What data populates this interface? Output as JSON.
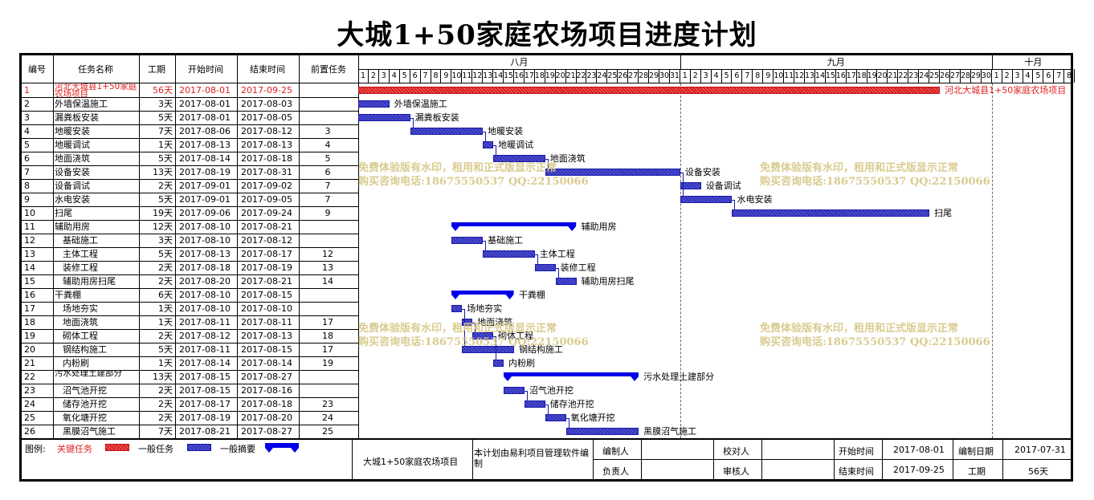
{
  "title": "大城1+50家庭农场项目进度计划",
  "colors": {
    "critical": "#e02020",
    "task": "#3030b8",
    "summary": "#0000e8",
    "watermark": "#d8c98a"
  },
  "headers": {
    "id": "编号",
    "name": "任务名称",
    "duration": "工期",
    "start": "开始时间",
    "end": "结束时间",
    "pred": "前置任务"
  },
  "months": [
    {
      "label": "八月",
      "days": 31
    },
    {
      "label": "九月",
      "days": 30
    },
    {
      "label": "十月",
      "days": 8
    }
  ],
  "tasks": [
    {
      "id": "1",
      "name": "河北大城县1+50家庭农场项目",
      "dur": "56天",
      "start": "2017-08-01",
      "end": "2017-09-25",
      "pred": "",
      "indent": 0,
      "type": "crit",
      "s": 0,
      "e": 55,
      "label": "河北大城县1+50家庭农场项目"
    },
    {
      "id": "2",
      "name": "外墙保温施工",
      "dur": "3天",
      "start": "2017-08-01",
      "end": "2017-08-03",
      "pred": "",
      "indent": 0,
      "type": "task",
      "s": 0,
      "e": 2,
      "label": "外墙保温施工"
    },
    {
      "id": "3",
      "name": "漏粪板安装",
      "dur": "5天",
      "start": "2017-08-01",
      "end": "2017-08-05",
      "pred": "",
      "indent": 0,
      "type": "task",
      "s": 0,
      "e": 4,
      "label": "漏粪板安装"
    },
    {
      "id": "4",
      "name": "地暖安装",
      "dur": "7天",
      "start": "2017-08-06",
      "end": "2017-08-12",
      "pred": "3",
      "indent": 0,
      "type": "task",
      "s": 5,
      "e": 11,
      "label": "地暖安装"
    },
    {
      "id": "5",
      "name": "地暖调试",
      "dur": "1天",
      "start": "2017-08-13",
      "end": "2017-08-13",
      "pred": "4",
      "indent": 0,
      "type": "task",
      "s": 12,
      "e": 12,
      "label": "地暖调试"
    },
    {
      "id": "6",
      "name": "地面浇筑",
      "dur": "5天",
      "start": "2017-08-14",
      "end": "2017-08-18",
      "pred": "5",
      "indent": 0,
      "type": "task",
      "s": 13,
      "e": 17,
      "label": "地面浇筑"
    },
    {
      "id": "7",
      "name": "设备安装",
      "dur": "13天",
      "start": "2017-08-19",
      "end": "2017-08-31",
      "pred": "6",
      "indent": 0,
      "type": "task",
      "s": 18,
      "e": 30,
      "label": "设备安装"
    },
    {
      "id": "8",
      "name": "设备调试",
      "dur": "2天",
      "start": "2017-09-01",
      "end": "2017-09-02",
      "pred": "7",
      "indent": 0,
      "type": "task",
      "s": 31,
      "e": 32,
      "label": "设备调试"
    },
    {
      "id": "9",
      "name": "水电安装",
      "dur": "5天",
      "start": "2017-09-01",
      "end": "2017-09-05",
      "pred": "7",
      "indent": 0,
      "type": "task",
      "s": 31,
      "e": 35,
      "label": "水电安装"
    },
    {
      "id": "10",
      "name": "扫尾",
      "dur": "19天",
      "start": "2017-09-06",
      "end": "2017-09-24",
      "pred": "9",
      "indent": 0,
      "type": "task",
      "s": 36,
      "e": 54,
      "label": "扫尾"
    },
    {
      "id": "11",
      "name": "辅助用房",
      "dur": "12天",
      "start": "2017-08-10",
      "end": "2017-08-21",
      "pred": "",
      "indent": 0,
      "type": "sum",
      "s": 9,
      "e": 20,
      "label": "辅助用房"
    },
    {
      "id": "12",
      "name": "基础施工",
      "dur": "3天",
      "start": "2017-08-10",
      "end": "2017-08-12",
      "pred": "",
      "indent": 1,
      "type": "task",
      "s": 9,
      "e": 11,
      "label": "基础施工"
    },
    {
      "id": "13",
      "name": "主体工程",
      "dur": "5天",
      "start": "2017-08-13",
      "end": "2017-08-17",
      "pred": "12",
      "indent": 1,
      "type": "task",
      "s": 12,
      "e": 16,
      "label": "主体工程"
    },
    {
      "id": "14",
      "name": "装修工程",
      "dur": "2天",
      "start": "2017-08-18",
      "end": "2017-08-19",
      "pred": "13",
      "indent": 1,
      "type": "task",
      "s": 17,
      "e": 18,
      "label": "装修工程"
    },
    {
      "id": "15",
      "name": "辅助用房扫尾",
      "dur": "2天",
      "start": "2017-08-20",
      "end": "2017-08-21",
      "pred": "14",
      "indent": 1,
      "type": "task",
      "s": 19,
      "e": 20,
      "label": "辅助用房扫尾"
    },
    {
      "id": "16",
      "name": "干粪棚",
      "dur": "6天",
      "start": "2017-08-10",
      "end": "2017-08-15",
      "pred": "",
      "indent": 0,
      "type": "sum",
      "s": 9,
      "e": 14,
      "label": "干粪棚"
    },
    {
      "id": "17",
      "name": "场地夯实",
      "dur": "1天",
      "start": "2017-08-10",
      "end": "2017-08-10",
      "pred": "",
      "indent": 1,
      "type": "task",
      "s": 9,
      "e": 9,
      "label": "场地夯实"
    },
    {
      "id": "18",
      "name": "地面浇筑",
      "dur": "1天",
      "start": "2017-08-11",
      "end": "2017-08-11",
      "pred": "17",
      "indent": 1,
      "type": "task",
      "s": 10,
      "e": 10,
      "label": "地面浇筑"
    },
    {
      "id": "19",
      "name": "砌体工程",
      "dur": "2天",
      "start": "2017-08-12",
      "end": "2017-08-13",
      "pred": "18",
      "indent": 1,
      "type": "task",
      "s": 11,
      "e": 12,
      "label": "砌体工程"
    },
    {
      "id": "20",
      "name": "钢结构施工",
      "dur": "5天",
      "start": "2017-08-11",
      "end": "2017-08-15",
      "pred": "17",
      "indent": 1,
      "type": "task",
      "s": 10,
      "e": 14,
      "label": "钢结构施工"
    },
    {
      "id": "21",
      "name": "内粉刷",
      "dur": "1天",
      "start": "2017-08-14",
      "end": "2017-08-14",
      "pred": "19",
      "indent": 1,
      "type": "task",
      "s": 13,
      "e": 13,
      "label": "内粉刷"
    },
    {
      "id": "22",
      "name": "污水处理土建部分",
      "dur": "13天",
      "start": "2017-08-15",
      "end": "2017-08-27",
      "pred": "",
      "indent": 0,
      "type": "sum",
      "s": 14,
      "e": 26,
      "label": "污水处理土建部分"
    },
    {
      "id": "23",
      "name": "沼气池开挖",
      "dur": "2天",
      "start": "2017-08-15",
      "end": "2017-08-16",
      "pred": "",
      "indent": 1,
      "type": "task",
      "s": 14,
      "e": 15,
      "label": "沼气池开挖"
    },
    {
      "id": "24",
      "name": "储存池开挖",
      "dur": "2天",
      "start": "2017-08-17",
      "end": "2017-08-18",
      "pred": "23",
      "indent": 1,
      "type": "task",
      "s": 16,
      "e": 17,
      "label": "储存池开挖"
    },
    {
      "id": "25",
      "name": "氧化塘开挖",
      "dur": "2天",
      "start": "2017-08-19",
      "end": "2017-08-20",
      "pred": "24",
      "indent": 1,
      "type": "task",
      "s": 18,
      "e": 19,
      "label": "氧化塘开挖"
    },
    {
      "id": "26",
      "name": "黑膜沼气施工",
      "dur": "7天",
      "start": "2017-08-21",
      "end": "2017-08-27",
      "pred": "25",
      "indent": 1,
      "type": "task",
      "s": 20,
      "e": 26,
      "label": "黑膜沼气施工"
    }
  ],
  "watermark": {
    "line1": "免费体验版有水印，租用和正式版显示正常",
    "line2": "购买咨询电话:18675550537 QQ:22150066"
  },
  "legend": {
    "label": "图例:",
    "critical": "关键任务",
    "normal": "一般任务",
    "summary": "一般摘要"
  },
  "footer": {
    "project": "大城1+50家庭农场项目",
    "software": "本计划由易利项目管理软件编制",
    "editor_label": "编制人",
    "editor": "",
    "owner_label": "负责人",
    "owner": "",
    "checker_label": "校对人",
    "checker": "",
    "reviewer_label": "审核人",
    "reviewer": "",
    "start_label": "开始时间",
    "start": "2017-08-01",
    "end_label": "结束时间",
    "end": "2017-09-25",
    "date_label": "编制日期",
    "date": "2017-07-31",
    "dur_label": "工期",
    "dur": "56天"
  }
}
